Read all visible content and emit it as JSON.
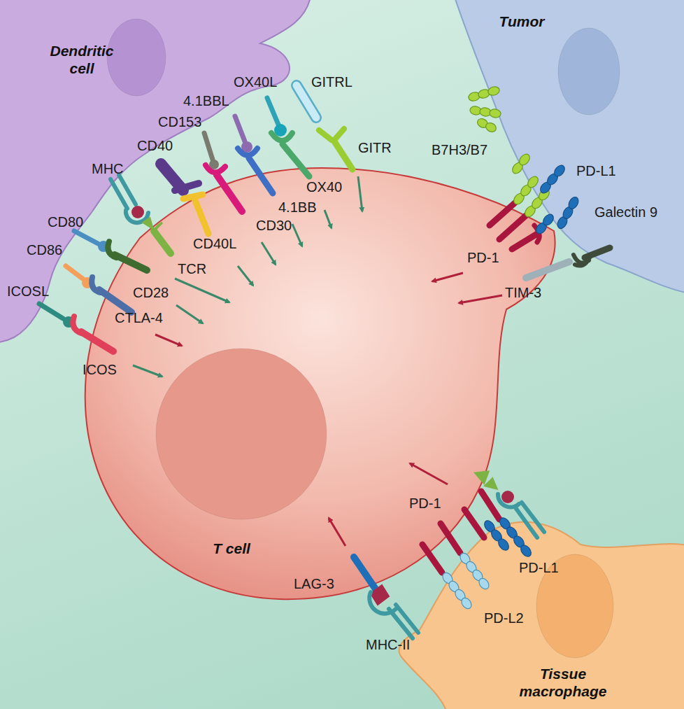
{
  "diagram": {
    "nodes": [
      {
        "text": [
          "Dendritic cell"
        ]
      },
      {
        "text": [
          "Tumor"
        ]
      },
      {
        "text": [
          "T cell"
        ]
      },
      {
        "text": [
          "Tissue macrophage"
        ]
      }
    ],
    "labels": [
      "OX40L",
      "GITRL",
      "4.1BBL",
      "CD153",
      "CD40",
      "MHC",
      "GITR",
      "OX40",
      "4.1BB",
      "CD30",
      "CD80",
      "CD40L",
      "CD86",
      "TCR",
      "ICOSL",
      "CD28",
      "CTLA-4",
      "ICOS",
      "B7H3/B7",
      "PD-L1",
      "Galectin 9",
      "PD-1",
      "TIM-3",
      "PD-1",
      "LAG-3",
      "PD-L1",
      "PD-L2",
      "MHC-II"
    ]
  }
}
